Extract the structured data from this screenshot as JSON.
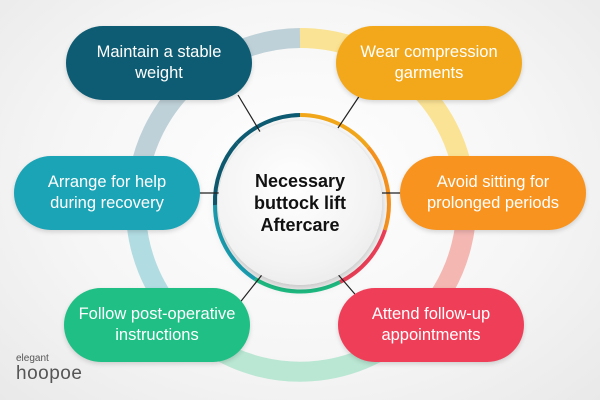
{
  "center": {
    "title": "Necessary buttock lift Aftercare"
  },
  "items": [
    {
      "text": "Maintain a stable weight",
      "color": "#0e5c73"
    },
    {
      "text": "Wear compression garments",
      "color": "#f3a81b"
    },
    {
      "text": "Arrange for help during recovery",
      "color": "#1ba3b6"
    },
    {
      "text": "Avoid sitting for prolonged periods",
      "color": "#f7931e"
    },
    {
      "text": "Follow post-operative instructions",
      "color": "#1fbf85"
    },
    {
      "text": "Attend follow-up appointments",
      "color": "#ef3f58"
    }
  ],
  "brand": {
    "line1": "elegant",
    "line2": "hoopoe"
  }
}
